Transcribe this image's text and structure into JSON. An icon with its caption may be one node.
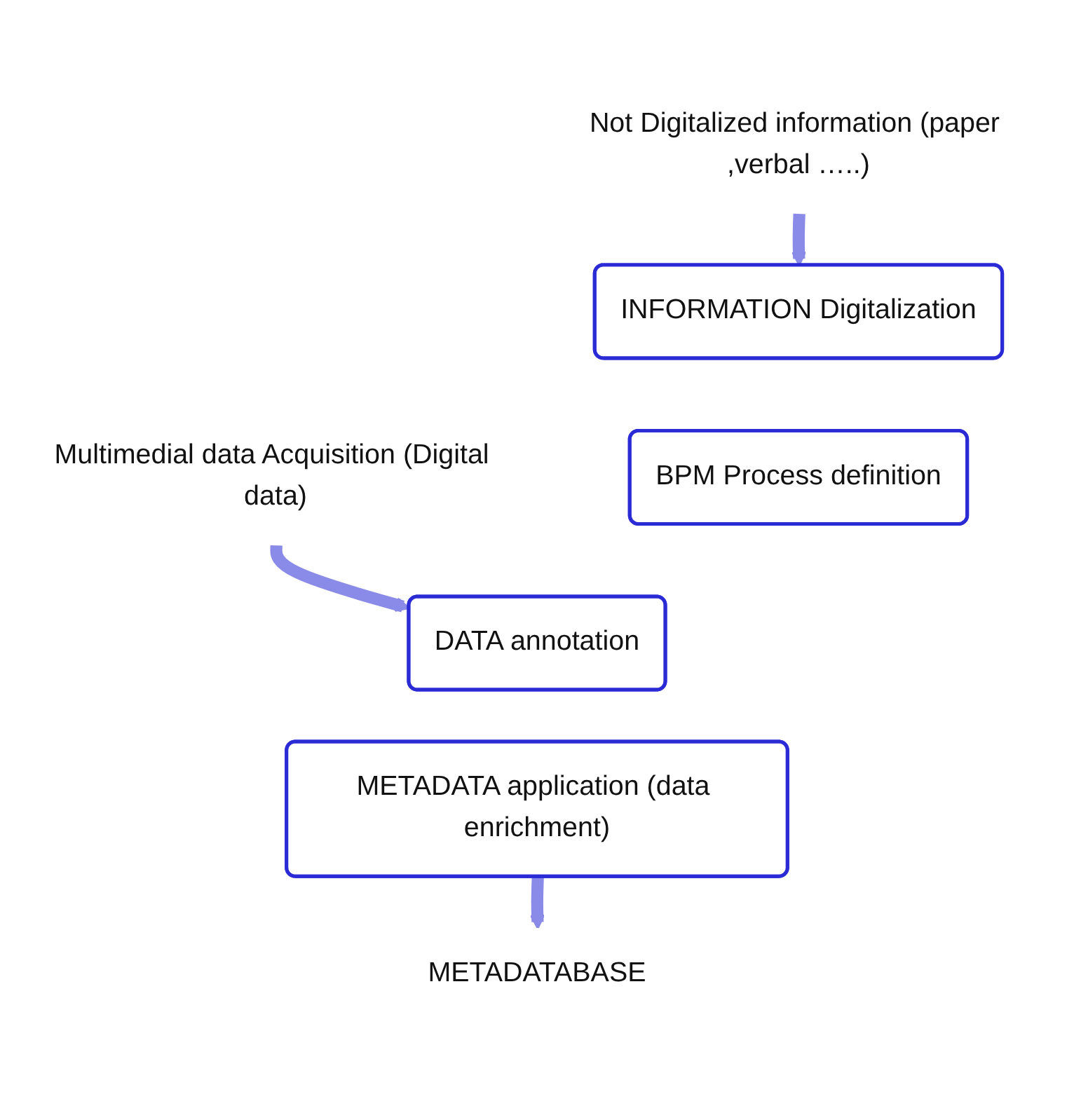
{
  "diagram": {
    "nodes": [
      {
        "text": [
          "Not Digitalized information (paper ,verbal …..)"
        ]
      },
      {
        "text": [
          "INFORMATION Digitalization"
        ]
      },
      {
        "text": [
          "BPM Process definition"
        ]
      },
      {
        "text": [
          "DATA annotation"
        ]
      },
      {
        "text": [
          "METADATA application (data enrichment)"
        ]
      },
      {
        "text": [
          "Multimedial data Acquisition (Digital data)"
        ]
      },
      {
        "text": [
          "METADATABASE"
        ]
      }
    ],
    "edges": [
      {
        "from": 0,
        "to": 1,
        "arrow": "to"
      },
      {
        "from": 5,
        "to": 3,
        "arrow": "to"
      },
      {
        "from": 4,
        "to": 6,
        "arrow": "to"
      }
    ]
  }
}
